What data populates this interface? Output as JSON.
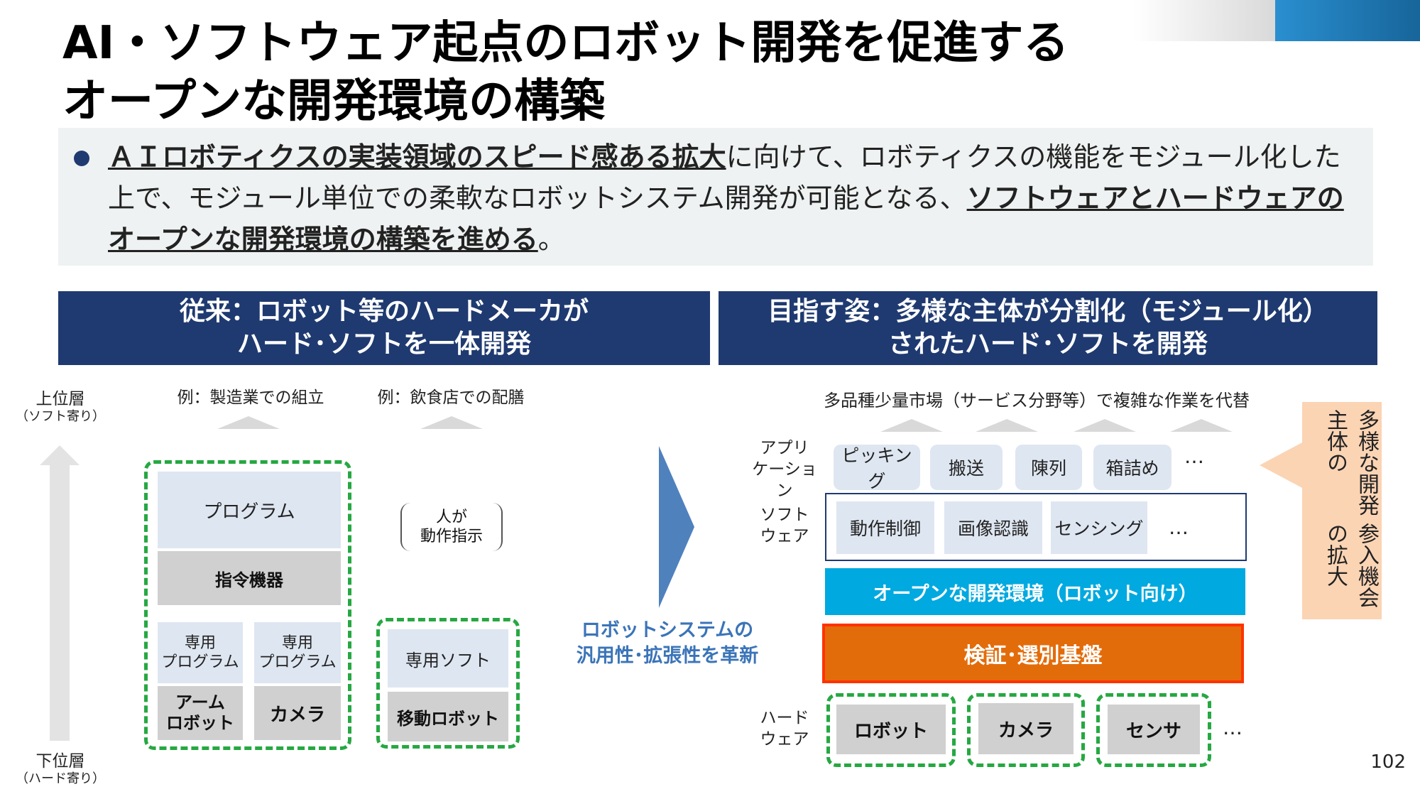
{
  "header": {
    "title_line1": "AI・ソフトウェア起点のロボット開発を促進する",
    "title_line2": "オープンな開発環境の構築"
  },
  "summary": {
    "part1_bold": "ＡＩロボティクスの実装領域のスピード感ある拡大",
    "part2": "に向けて、ロボティクスの機能をモジュール化した上で、モジュール単位での柔軟なロボットシステム開発が可能となる、",
    "part3_bold": "ソフトウェアとハードウェアのオープンな開発環境の構築を進める",
    "part4": "。"
  },
  "left": {
    "header_line1": "従来：ロボット等のハードメーカが",
    "header_line2": "ハード･ソフトを一体開発",
    "axis_top": "上位層",
    "axis_top_sub": "（ソフト寄り）",
    "axis_bottom": "下位層",
    "axis_bottom_sub": "（ハード寄り）",
    "example1": "例：製造業での組立",
    "example2": "例：飲食店での配膳",
    "program": "プログラム",
    "command_device": "指令機器",
    "dedicated_program_line1": "専用",
    "dedicated_program_line2": "プログラム",
    "arm_robot_line1": "アーム",
    "arm_robot_line2": "ロボット",
    "camera": "カメラ",
    "human_line1": "人が",
    "human_line2": "動作指示",
    "dedicated_soft": "専用ソフト",
    "mobile_robot": "移動ロボット"
  },
  "middle": {
    "caption_line1": "ロボットシステムの",
    "caption_line2": "汎用性･拡張性を革新"
  },
  "right": {
    "header_line1": "目指す姿：多様な主体が分割化（モジュール化）",
    "header_line2": "されたハード･ソフトを開発",
    "market_caption": "多品種少量市場（サービス分野等）で複雑な作業を代替",
    "app_label_line1": "アプリ",
    "app_label_line2": "ケーション",
    "apps": [
      "ピッキング",
      "搬送",
      "陳列",
      "箱詰め"
    ],
    "ellipsis": "…",
    "soft_label_line1": "ソフト",
    "soft_label_line2": "ウェア",
    "soft_modules": [
      "動作制御",
      "画像認識",
      "センシング"
    ],
    "open_env": "オープンな開発環境（ロボット向け）",
    "verification": "検証･選別基盤",
    "hard_label_line1": "ハード",
    "hard_label_line2": "ウェア",
    "hardware": [
      "ロボット",
      "カメラ",
      "センサ"
    ],
    "side_note_col1": "多様な開発主体の",
    "side_note_col2": "参入機会の拡大"
  },
  "page_number": "102",
  "colors": {
    "navy": "#1f3a70",
    "open_env_blue": "#00a9e0",
    "verification_orange": "#e36c0a",
    "verification_border": "#ff3300",
    "dashed_green": "#26a842",
    "side_note_bg": "#fbd4b4"
  }
}
